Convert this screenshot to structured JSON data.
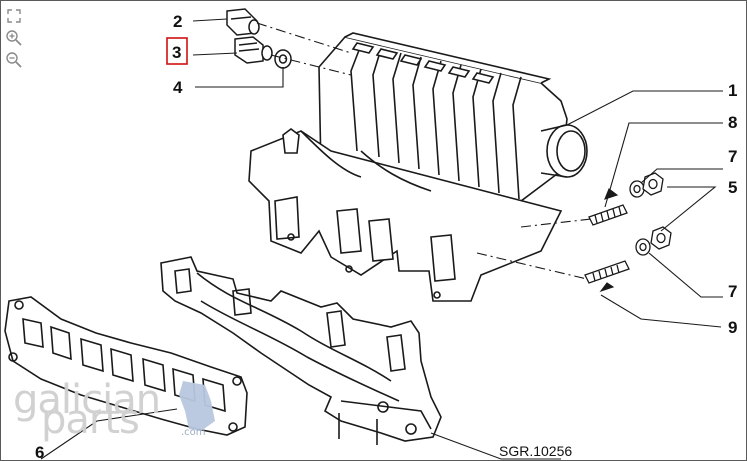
{
  "viewer": {
    "tools": [
      {
        "name": "fit-page-icon"
      },
      {
        "name": "zoom-in-icon"
      },
      {
        "name": "zoom-out-icon"
      }
    ]
  },
  "callouts": [
    {
      "id": "callout-2",
      "text": "2"
    },
    {
      "id": "callout-3",
      "text": "3",
      "highlighted": true
    },
    {
      "id": "callout-4",
      "text": "4"
    },
    {
      "id": "callout-1",
      "text": "1"
    },
    {
      "id": "callout-8",
      "text": "8"
    },
    {
      "id": "callout-7a",
      "text": "7"
    },
    {
      "id": "callout-5",
      "text": "5"
    },
    {
      "id": "callout-7b",
      "text": "7"
    },
    {
      "id": "callout-9",
      "text": "9"
    },
    {
      "id": "callout-6",
      "text": "6"
    }
  ],
  "drawing_ref": "SGR.10256",
  "watermark": {
    "brand_top": "galician",
    "brand_bottom": "parts",
    "suffix": ".com"
  },
  "colors": {
    "highlight": "#d01010",
    "line": "#1a1a1a",
    "watermark": "#cfcfcf",
    "watermark_accent": "#b9c8e0"
  }
}
